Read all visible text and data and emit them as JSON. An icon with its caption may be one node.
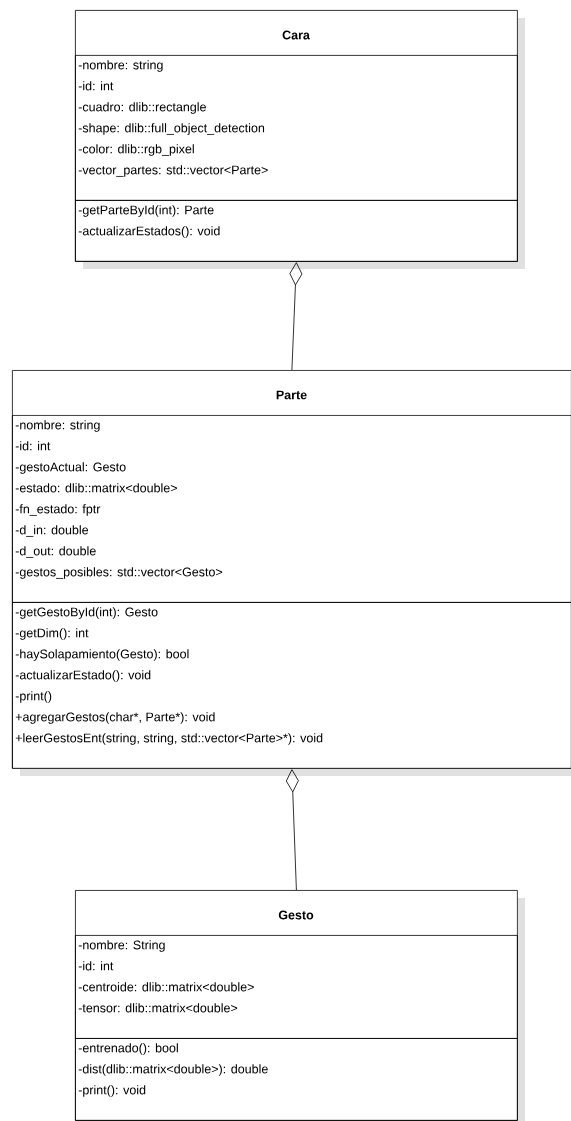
{
  "diagram": {
    "nodes": [
      {
        "text": [
          "Cara"
        ]
      },
      {
        "text": [
          "-nombre: string",
          "-id: int",
          "-cuadro: dlib::rectangle",
          "-shape: dlib::full_object_detection",
          "-color: dlib::rgb_pixel",
          "-vector_partes: std::vector<Parte>"
        ],
        "in": 0
      },
      {
        "text": [
          "-getParteById(int): Parte",
          "-actualizarEstados(): void"
        ],
        "in": 0
      },
      {
        "text": [
          "Parte"
        ]
      },
      {
        "text": [
          "-nombre: string",
          "-id: int",
          "-gestoActual: Gesto",
          "-estado: dlib::matrix<double>",
          "-fn_estado: fptr",
          "-d_in: double",
          "-d_out: double",
          "-gestos_posibles: std::vector<Gesto>"
        ],
        "in": 3
      },
      {
        "text": [
          "-getGestoById(int): Gesto",
          "-getDim(): int",
          "-haySolapamiento(Gesto): bool",
          "-actualizarEstado(): void",
          "-print()",
          "+agregarGestos(char*, Parte*): void",
          "+leerGestosEnt(string, string, std::vector<Parte>*): void"
        ],
        "in": 3
      },
      {
        "text": [
          "Gesto"
        ]
      },
      {
        "text": [
          "-nombre: String",
          "-id: int",
          "-centroide: dlib::matrix<double>",
          "-tensor: dlib::matrix<double>"
        ],
        "in": 6
      },
      {
        "text": [
          "-entrenado(): bool",
          "-dist(dlib::matrix<double>): double",
          "-print(): void"
        ],
        "in": 6
      }
    ],
    "edges": [
      {
        "from": 3,
        "to": 0,
        "arrow": "other"
      },
      {
        "from": 6,
        "to": 3,
        "arrow": "other"
      }
    ]
  }
}
